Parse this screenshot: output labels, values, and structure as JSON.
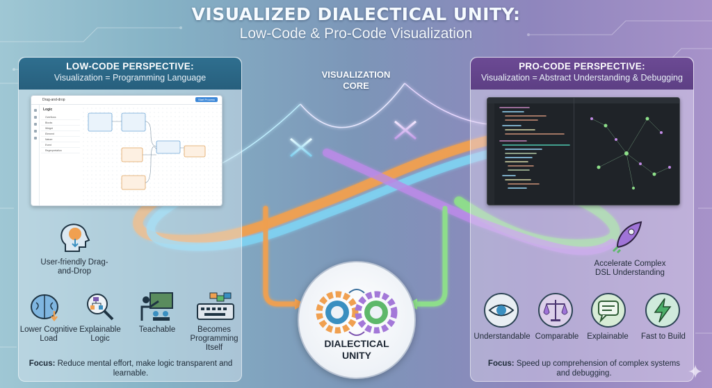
{
  "title": {
    "main": "VISUALIZED DIALECTICAL UNITY:",
    "sub": "Low-Code & Pro-Code Visualization"
  },
  "center": {
    "core_label_line1": "VISUALIZATION",
    "core_label_line2": "CORE",
    "unity_line1": "DIALECTICAL",
    "unity_line2": "UNITY"
  },
  "left_panel": {
    "title": "LOW-CODE PERSPECTIVE:",
    "subtitle": "Visualization = Programming Language",
    "screenshot": {
      "app_title": "Drag-and-drop",
      "button": "Start Process",
      "list_title": "Logic",
      "list_items": [
        "Overflows",
        "Blocks",
        "Widget",
        "Element",
        "Nature",
        "Event",
        "Regexpretation"
      ]
    },
    "features": [
      {
        "label": "User-friendly Drag-and-Drop",
        "icon": "head-brain-icon"
      },
      {
        "label": "Lower Cognitive Load",
        "icon": "brain-arrow-icon"
      },
      {
        "label": "Explainable Logic",
        "icon": "magnifier-flow-icon"
      },
      {
        "label": "Teachable",
        "icon": "teacher-board-icon"
      },
      {
        "label": "Becomes Programming Itself",
        "icon": "keyboard-blocks-icon"
      }
    ],
    "focus_label": "Focus:",
    "focus_text": "Reduce mental effort, make logic transparent and learnable."
  },
  "right_panel": {
    "title": "PRO-CODE PERSPECTIVE:",
    "subtitle": "Visualization = Abstract Understanding & Debugging",
    "features": [
      {
        "label": "Accelerate Complex DSL Understanding",
        "icon": "rocket-icon"
      },
      {
        "label": "Understandable",
        "icon": "eye-icon"
      },
      {
        "label": "Comparable",
        "icon": "scales-icon"
      },
      {
        "label": "Explainable",
        "icon": "chat-bubble-icon"
      },
      {
        "label": "Fast to Build",
        "icon": "lightning-icon"
      }
    ],
    "focus_label": "Focus:",
    "focus_text": "Speed up comprehension of complex systems and debugging."
  },
  "colors": {
    "low_code_header": "#2f6f8f",
    "pro_code_header": "#6c4a94",
    "orange_flow": "#f0a050",
    "blue_flow": "#7fd0f0",
    "green_flow": "#8ee08a",
    "purple_flow": "#b98be6"
  }
}
